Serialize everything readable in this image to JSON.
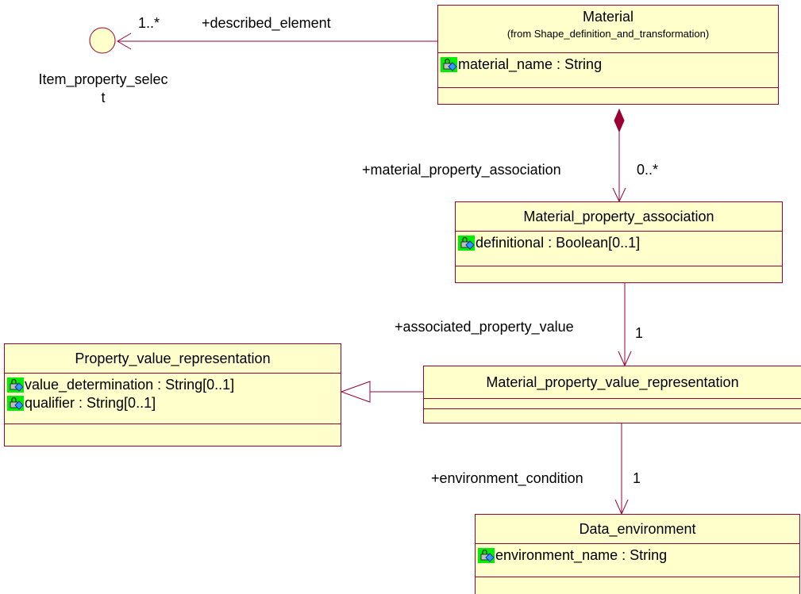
{
  "interface": {
    "label_line1": "Item_property_selec",
    "label_line2": "t"
  },
  "classes": {
    "material": {
      "name": "Material",
      "from": "(from Shape_definition_and_transformation)",
      "attributes": [
        "material_name : String"
      ]
    },
    "material_property_association": {
      "name": "Material_property_association",
      "attributes": [
        "definitional : Boolean[0..1]"
      ]
    },
    "property_value_representation": {
      "name": "Property_value_representation",
      "attributes": [
        "value_determination : String[0..1]",
        "qualifier : String[0..1]"
      ]
    },
    "material_property_value_representation": {
      "name": "Material_property_value_representation",
      "attributes": []
    },
    "data_environment": {
      "name": "Data_environment",
      "attributes": [
        "environment_name : String"
      ]
    }
  },
  "associations": {
    "described_element": {
      "role": "+described_element",
      "multiplicity": "1..*"
    },
    "material_property_association": {
      "role": "+material_property_association",
      "multiplicity": "0..*"
    },
    "associated_property_value": {
      "role": "+associated_property_value",
      "multiplicity": "1"
    },
    "environment_condition": {
      "role": "+environment_condition",
      "multiplicity": "1"
    }
  },
  "colors": {
    "line": "#990033",
    "class_fill": "#ffffcc",
    "icon_fill": "#00ee00"
  },
  "icons": {
    "attribute": "locked-attribute-icon",
    "interface": "interface-circle-icon"
  }
}
